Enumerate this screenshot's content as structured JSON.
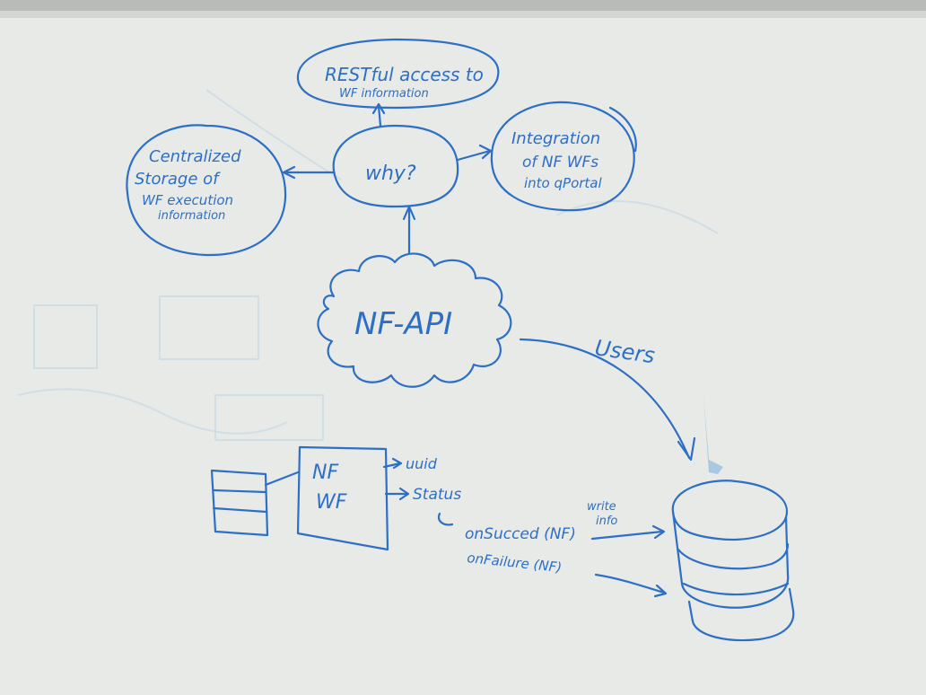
{
  "colors": {
    "ink": "#2e6fc6",
    "board": "#e9ebe8",
    "frame": "#b8bbb8"
  },
  "nodes": {
    "restful": {
      "line1": "RESTful access to",
      "line2": "WF information"
    },
    "why": {
      "label": "why?"
    },
    "centralized": {
      "line1": "Centralized",
      "line2": "Storage of",
      "line3": "WF execution",
      "line4": "information"
    },
    "integration": {
      "line1": "Integration",
      "line2": "of NF WFs",
      "line3": "into qPortal"
    },
    "nfapi": {
      "label": "NF-API"
    },
    "users": {
      "label": "Users"
    },
    "nfwf": {
      "line1": "NF",
      "line2": "WF"
    },
    "uuid": {
      "label": "uuid"
    },
    "status": {
      "label": "Status"
    },
    "onsucceed": {
      "label": "onSucced (NF)"
    },
    "onfailure": {
      "label": "onFailure (NF)"
    },
    "writeinfo": {
      "line1": "write",
      "line2": "info"
    }
  },
  "icons": {
    "list": "list-table-icon",
    "database": "database-cylinder-icon",
    "cloud": "cloud-shape-icon"
  }
}
